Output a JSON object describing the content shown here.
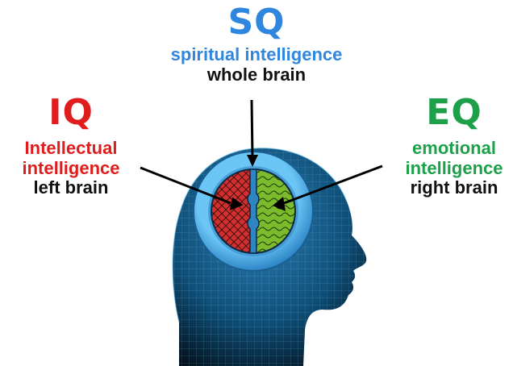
{
  "sq": {
    "abbr": "SQ",
    "line1": "spiritual intelligence",
    "line2": "whole brain",
    "color": "#2f86df"
  },
  "iq": {
    "abbr": "IQ",
    "line1": "Intellectual",
    "line2": "intelligence",
    "line3": "left brain",
    "color": "#e01d1d"
  },
  "eq": {
    "abbr": "EQ",
    "line1": "emotional",
    "line2": "intelligence",
    "line3": "right brain",
    "color": "#1ea04a"
  },
  "colors": {
    "head": "#0f4f78",
    "ring": "#3ea6e6",
    "left_brain": "#d2302e",
    "right_brain": "#7cbc2c"
  }
}
